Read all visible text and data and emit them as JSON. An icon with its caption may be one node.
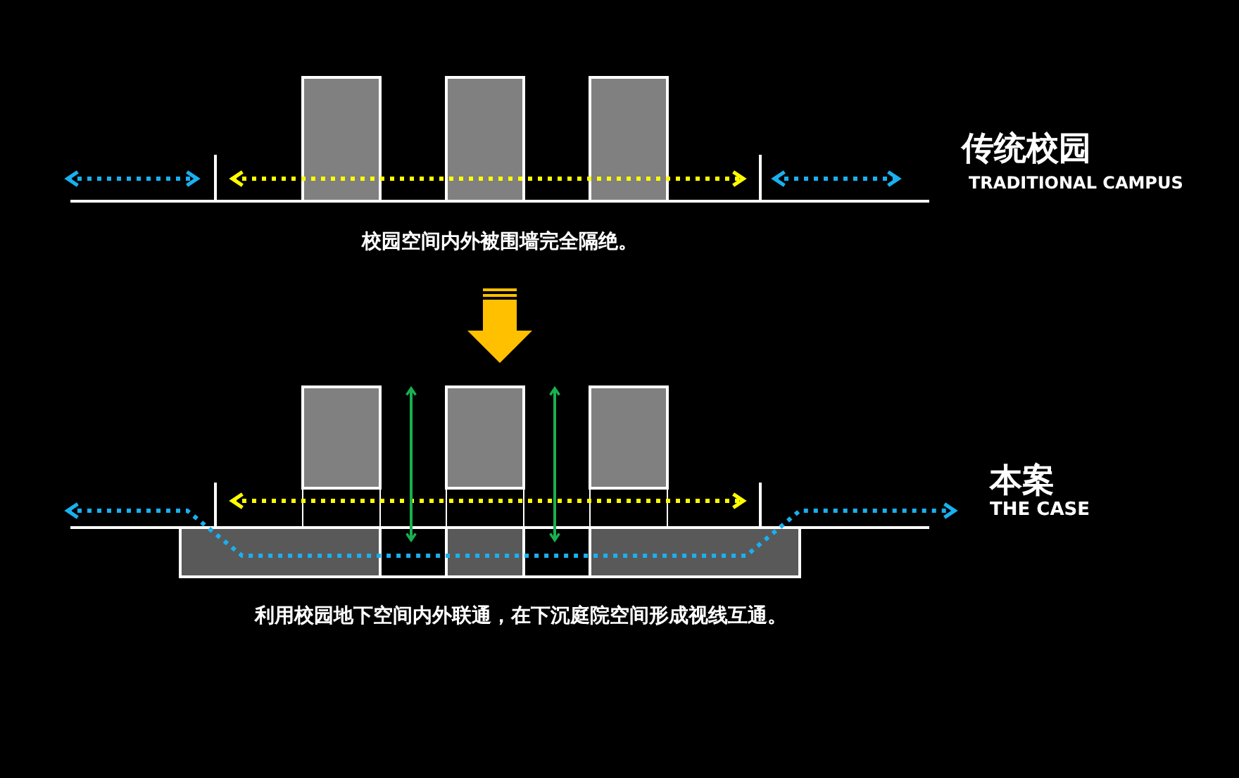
{
  "diagram": {
    "labels": [
      "传统校园",
      "TRADITIONAL CAMPUS",
      "校园空间内外被围墙完全隔绝。",
      "本案",
      "THE CASE",
      "利用校园地下空间内外联通，在下沉庭院空间形成视线互通。"
    ]
  }
}
